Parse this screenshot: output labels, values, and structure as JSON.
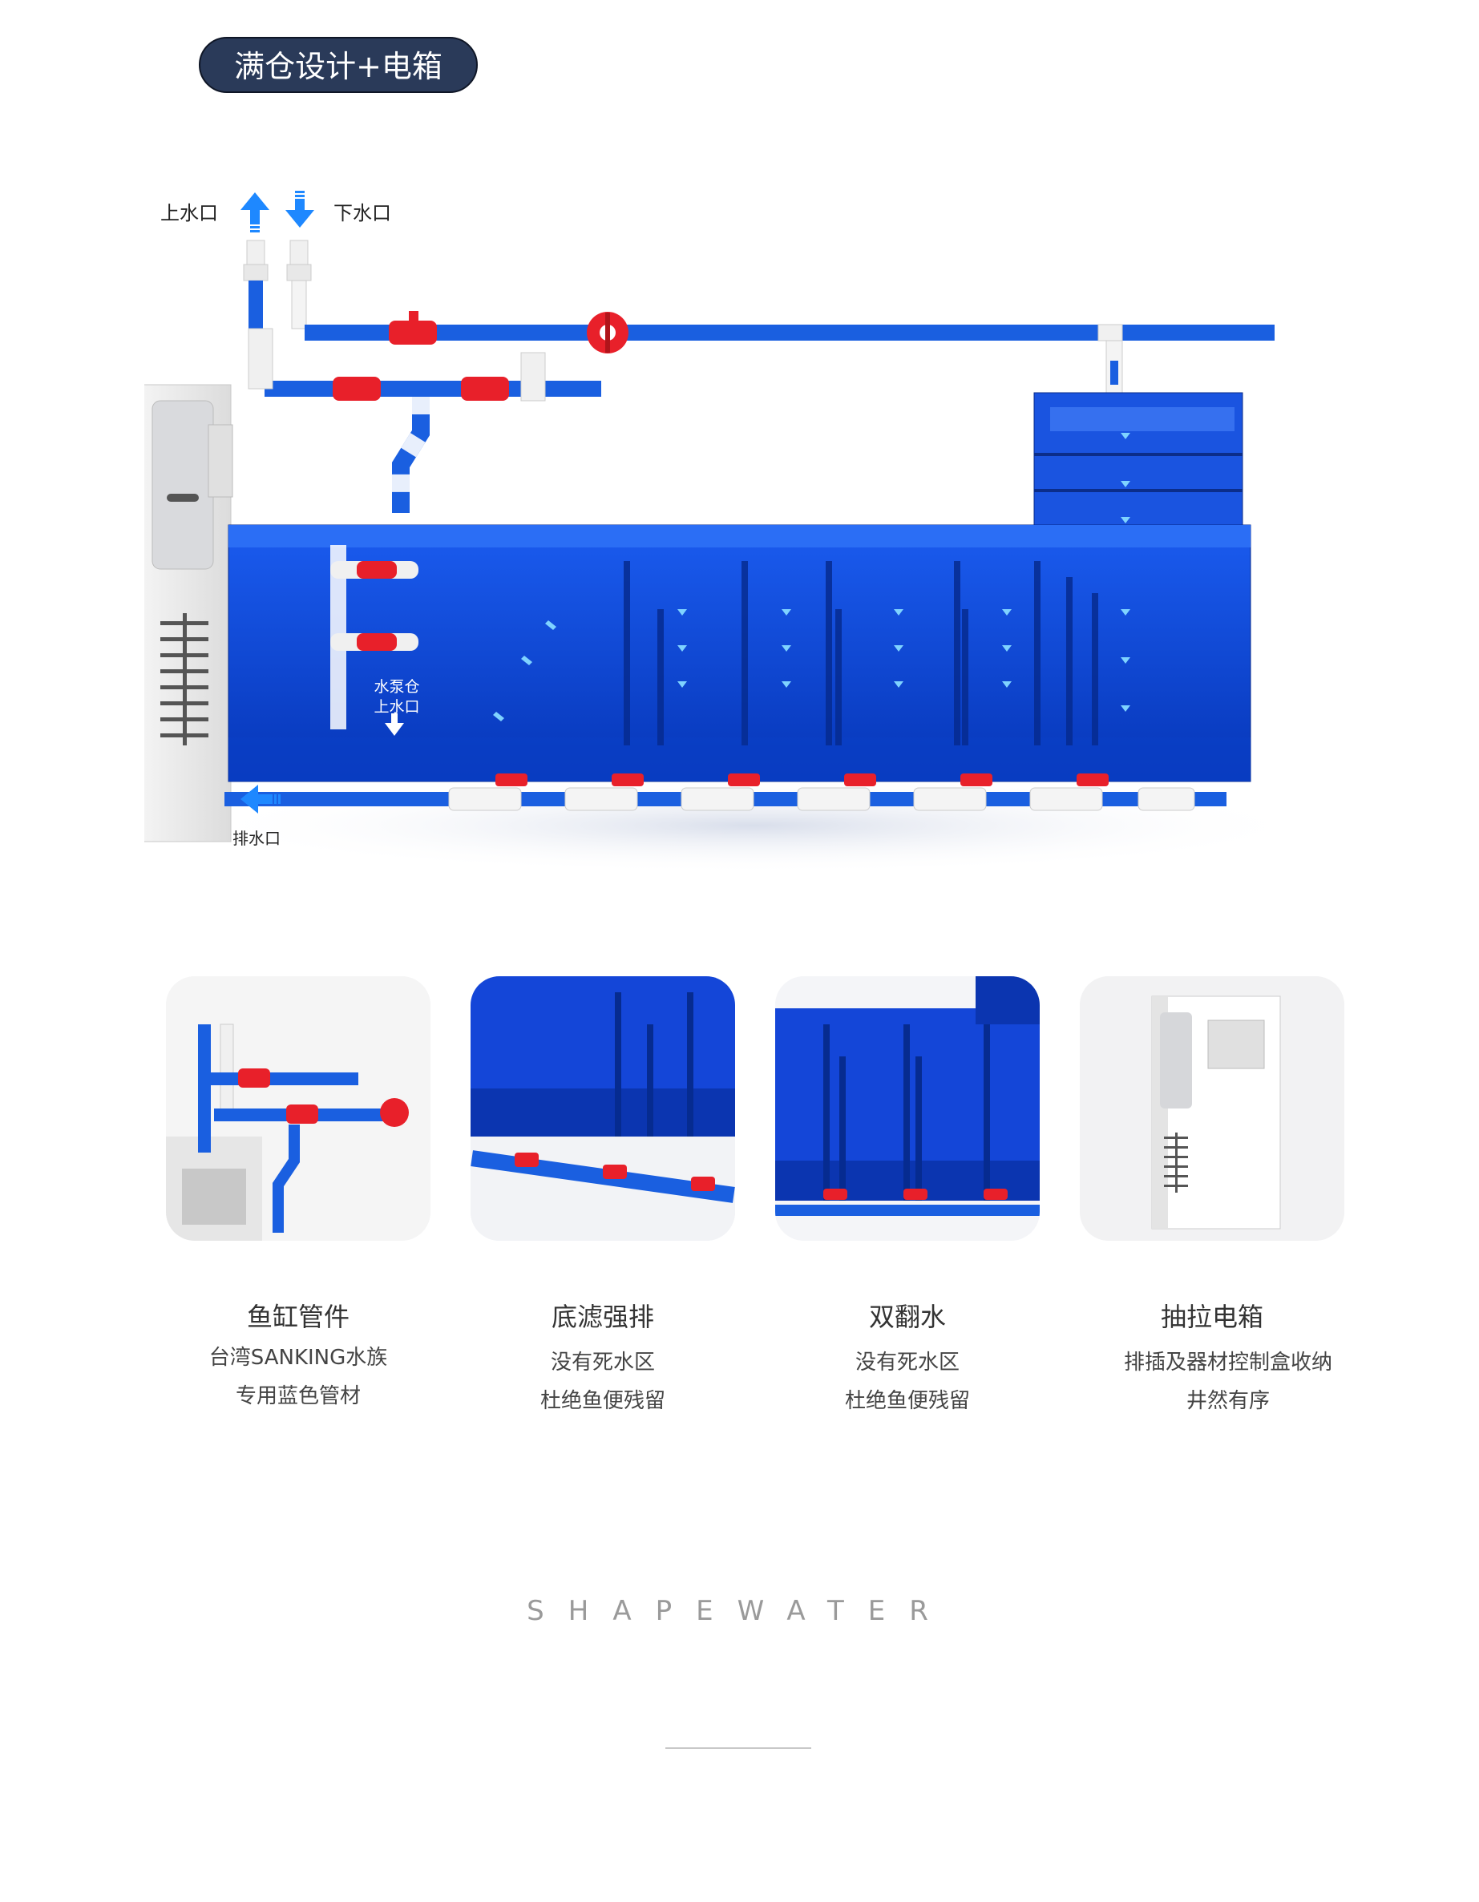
{
  "header": {
    "title": "满仓设计+电箱"
  },
  "diagram": {
    "inlet_label": "上水口",
    "outlet_label": "下水口",
    "pump_label_line1": "水泵仓",
    "pump_label_line2": "上水口",
    "drain_label": "排水口"
  },
  "features": [
    {
      "title": "鱼缸管件",
      "desc_line1": "台湾SANKING水族",
      "desc_line2": "专用蓝色管材"
    },
    {
      "title": "底滤强排",
      "desc_line1": "没有死水区",
      "desc_line2": "杜绝鱼便残留"
    },
    {
      "title": "双翻水",
      "desc_line1": "没有死水区",
      "desc_line2": "杜绝鱼便残留"
    },
    {
      "title": "抽拉电箱",
      "desc_line1": "排插及器材控制盒收纳",
      "desc_line2": "井然有序"
    }
  ],
  "brand": {
    "name": "SHAPEWATER"
  },
  "colors": {
    "tank_blue": "#0a47d8",
    "pipe_blue": "#1a5fe0",
    "valve_red": "#e8202a",
    "pill_bg": "#2a3a59"
  }
}
